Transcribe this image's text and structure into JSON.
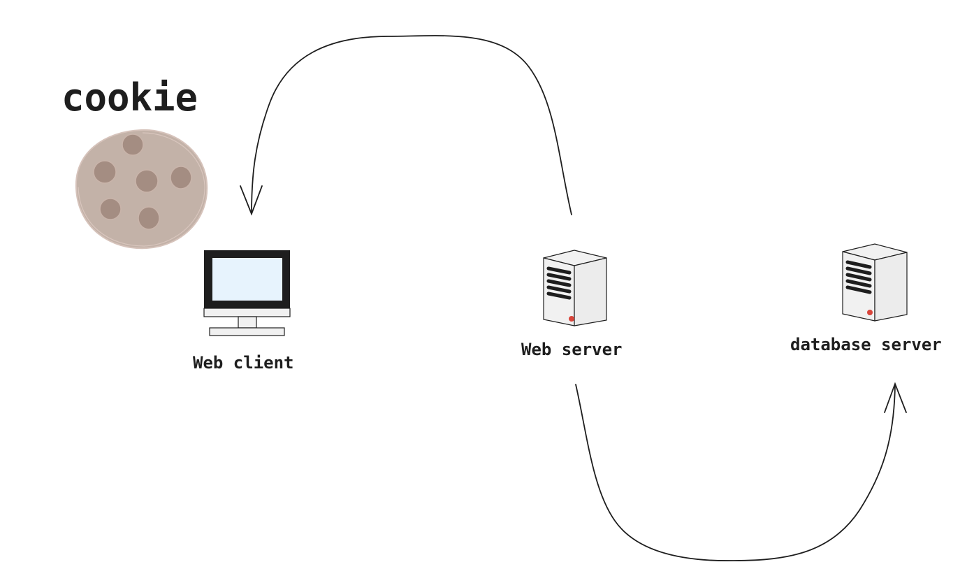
{
  "diagram": {
    "cookie_title": "cookie",
    "nodes": {
      "client": {
        "label": "Web client",
        "icon": "monitor-icon"
      },
      "web_server": {
        "label": "Web server",
        "icon": "server-icon"
      },
      "db_server": {
        "label": "database server",
        "icon": "server-icon"
      }
    },
    "edges": [
      {
        "from": "Web server",
        "to": "Web client"
      },
      {
        "from": "Web server",
        "to": "database server"
      }
    ]
  },
  "colors": {
    "stroke": "#1e1e1e",
    "cookie_dough": "#c3b2a8",
    "cookie_chip": "#a48d82",
    "screen": "#e7f3fd",
    "server_face": "#f1f1f1",
    "server_led": "#d9453b"
  }
}
